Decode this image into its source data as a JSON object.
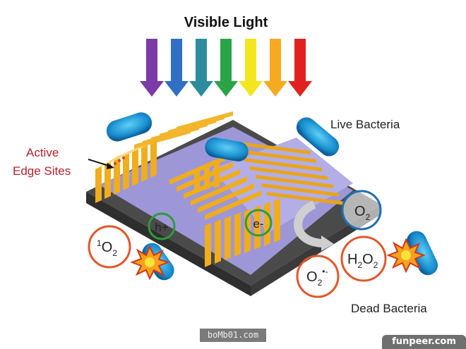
{
  "title": "Visible Light",
  "spectrum_colors": [
    "#7b3aa6",
    "#2f6fc4",
    "#2c8c9e",
    "#2aa447",
    "#f4e61e",
    "#f7a91f",
    "#e2211f"
  ],
  "labels": {
    "live_bacteria": "Live Bacteria",
    "dead_bacteria": "Dead Bacteria",
    "active_edge_line1": "Active",
    "active_edge_line2": "Edge Sites"
  },
  "species": {
    "hole": "h+",
    "electron": "e-",
    "oxygen": {
      "main": "O",
      "sub": "2"
    },
    "singlet_oxygen": {
      "sup": "1",
      "main": "O",
      "sub": "2"
    },
    "hydrogen_peroxide": {
      "h": "H",
      "sub1": "2",
      "o": "O",
      "sub2": "2"
    },
    "superoxide": {
      "main": "O",
      "sub": "2",
      "sup": "•-"
    }
  },
  "colors": {
    "accent_red": "#b5212e",
    "ros_circle": "#e2572a",
    "carrier_circle": "#2e9a3e",
    "oxygen_circle": "#1f6fb0"
  },
  "watermarks": {
    "left": "boMb01.com",
    "right": "funpeer.com"
  }
}
